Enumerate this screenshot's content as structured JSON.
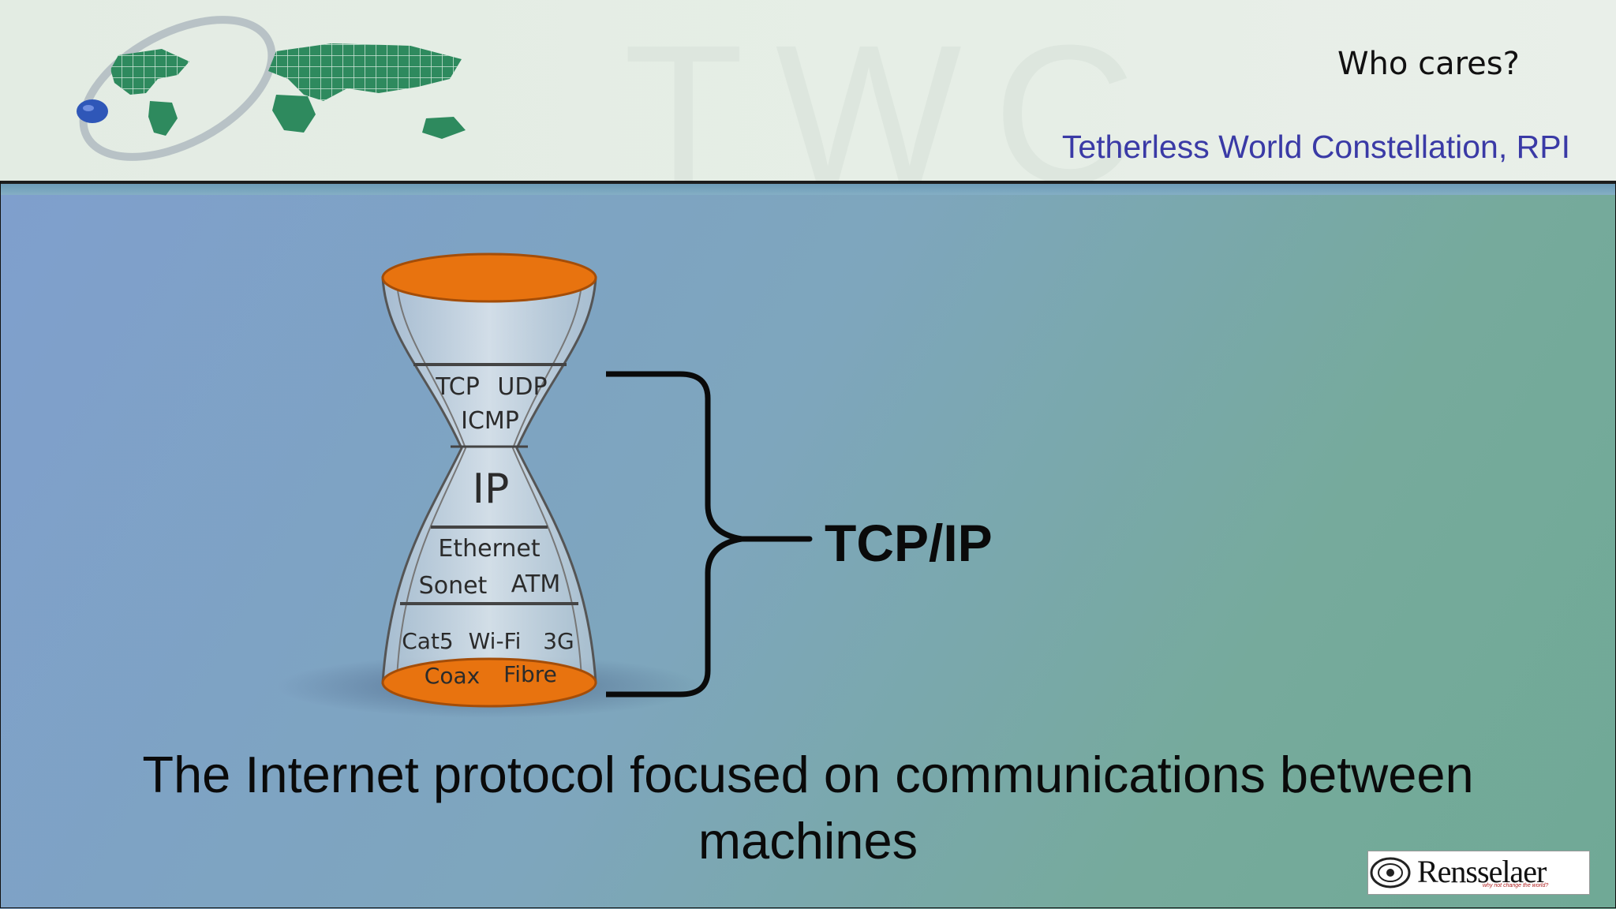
{
  "header": {
    "slide_title": "Who cares?",
    "organization": "Tetherless World Constellation, RPI",
    "watermark": "TWC"
  },
  "hourglass": {
    "layer_transport": [
      "TCP",
      "UDP",
      "ICMP"
    ],
    "layer_network": "IP",
    "layer_link": [
      "Ethernet",
      "Sonet",
      "ATM"
    ],
    "layer_physical": [
      "Cat5",
      "Wi-Fi",
      "3G",
      "Coax",
      "Fibre"
    ]
  },
  "bracket_label": "TCP/IP",
  "caption": {
    "line1": "The Internet protocol focused on communications between",
    "line2": "machines"
  },
  "logo": {
    "name": "Rensselaer",
    "tagline": "why not change the world?"
  },
  "colors": {
    "orange": "#e8730f",
    "title_blue": "#3a3aa6",
    "globe_green": "#2e8a5e"
  }
}
